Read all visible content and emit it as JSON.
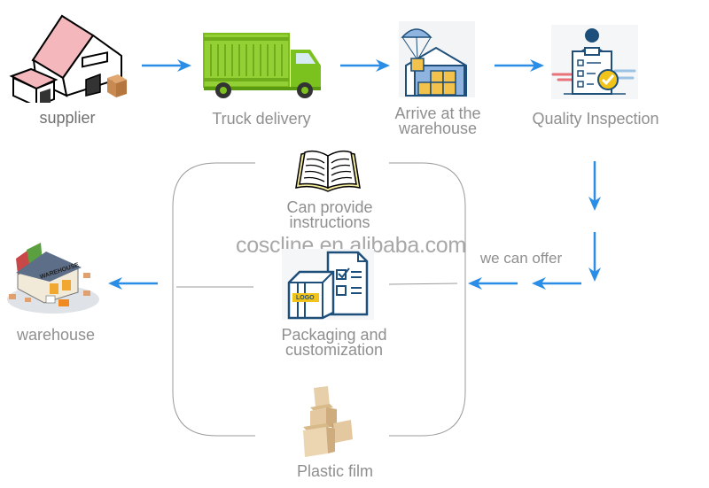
{
  "diagram": {
    "title": "Logistics process flow",
    "accent_color": "#2a8de6",
    "text_color": "#8f8f8f",
    "watermark": "coscline.en.alibaba.com",
    "steps": [
      {
        "id": "supplier",
        "label": "supplier",
        "icon": "supplier-house-icon"
      },
      {
        "id": "truck",
        "label": "Truck delivery",
        "icon": "truck-icon"
      },
      {
        "id": "arrive",
        "label_line1": "Arrive at the",
        "label_line2": "warehouse",
        "icon": "warehouse-parachute-icon"
      },
      {
        "id": "quality",
        "label": "Quality Inspection",
        "icon": "quality-inspection-icon"
      },
      {
        "id": "final",
        "label": "warehouse",
        "icon": "warehouse-building-icon"
      }
    ],
    "offer_label": "we can offer",
    "offers": [
      {
        "id": "instructions",
        "label_line1": "Can provide",
        "label_line2": "instructions",
        "icon": "open-book-icon"
      },
      {
        "id": "packaging",
        "label_line1": "Packaging and",
        "label_line2": "customization",
        "icon": "package-logo-icon",
        "logo_text": "LOGO"
      },
      {
        "id": "film",
        "label": "Plastic film",
        "icon": "cardboard-boxes-icon"
      }
    ]
  }
}
